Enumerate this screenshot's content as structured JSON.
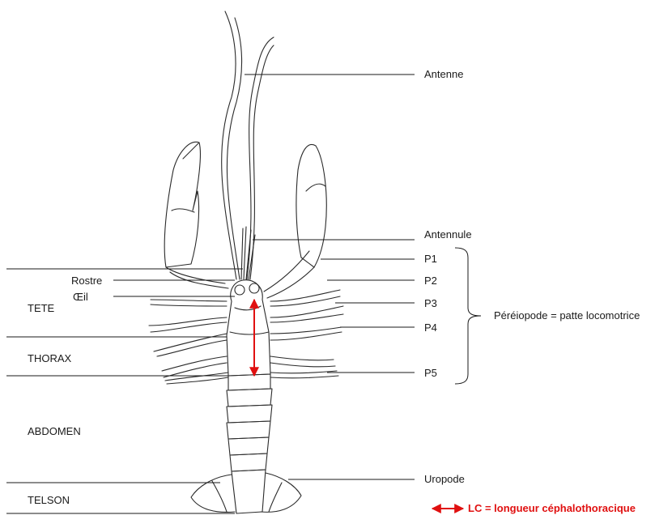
{
  "labels": {
    "antenne": "Antenne",
    "antennule": "Antennule",
    "p1": "P1",
    "p2": "P2",
    "p3": "P3",
    "p4": "P4",
    "p5": "P5",
    "pereiopode": "Péréiopode = patte locomotrice",
    "rostre": "Rostre",
    "oeil": "Œil",
    "tete": "TETE",
    "thorax": "THORAX",
    "abdomen": "ABDOMEN",
    "telson": "TELSON",
    "uropode": "Uropode"
  },
  "legend": {
    "lc_text": "LC = longueur céphalothoracique"
  },
  "colors": {
    "ink": "#1a1a1a",
    "measure": "#e01010"
  }
}
